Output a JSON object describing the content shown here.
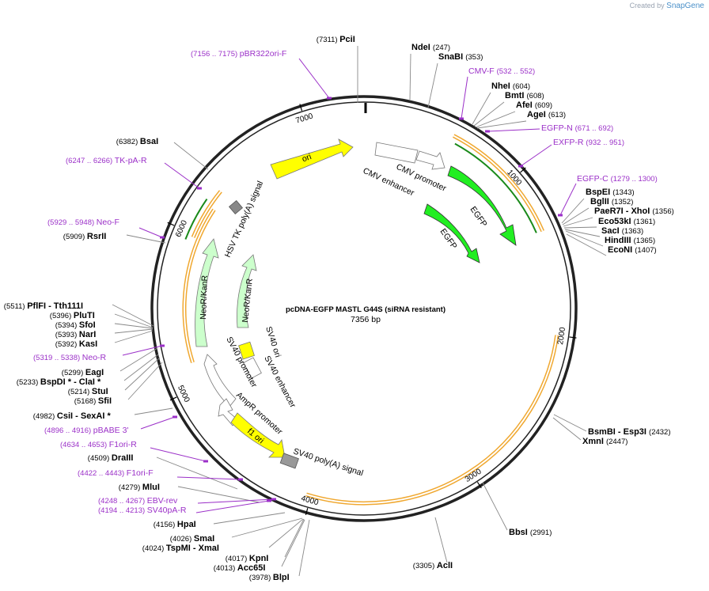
{
  "credit": {
    "prefix": "Created by",
    "brand": "SnapGene"
  },
  "plasmid": {
    "name": "pcDNA-EGFP MASTL G44S (siRNA resistant)",
    "size_label": "7356 bp",
    "length": 7356
  },
  "tick_labels": [
    "1000",
    "2000",
    "3000",
    "4000",
    "5000",
    "6000",
    "7000"
  ],
  "sites": [
    {
      "name": "PciI",
      "pos": "(7311)",
      "side": "left"
    },
    {
      "name": "NdeI",
      "pos": "(247)",
      "side": "right"
    },
    {
      "name": "SnaBI",
      "pos": "(353)",
      "side": "right"
    },
    {
      "name": "NheI",
      "pos": "(604)",
      "side": "right"
    },
    {
      "name": "BmtI",
      "pos": "(608)",
      "side": "right"
    },
    {
      "name": "AfeI",
      "pos": "(609)",
      "side": "right"
    },
    {
      "name": "AgeI",
      "pos": "(613)",
      "side": "right"
    },
    {
      "name": "BspEI",
      "pos": "(1343)",
      "side": "right"
    },
    {
      "name": "BglII",
      "pos": "(1352)",
      "side": "right"
    },
    {
      "name": "PaeR7I - XhoI",
      "pos": "(1356)",
      "side": "right"
    },
    {
      "name": "Eco53kI",
      "pos": "(1361)",
      "side": "right"
    },
    {
      "name": "SacI",
      "pos": "(1363)",
      "side": "right"
    },
    {
      "name": "HindIII",
      "pos": "(1365)",
      "side": "right"
    },
    {
      "name": "EcoNI",
      "pos": "(1407)",
      "side": "right"
    },
    {
      "name": "BsmBI - Esp3I",
      "pos": "(2432)",
      "side": "right"
    },
    {
      "name": "XmnI",
      "pos": "(2447)",
      "side": "right"
    },
    {
      "name": "BbsI",
      "pos": "(2991)",
      "side": "right"
    },
    {
      "name": "AclI",
      "pos": "(3305)",
      "side": "left"
    },
    {
      "name": "BlpI",
      "pos": "(3978)",
      "side": "left"
    },
    {
      "name": "Acc65I",
      "pos": "(4013)",
      "side": "left"
    },
    {
      "name": "KpnI",
      "pos": "(4017)",
      "side": "left"
    },
    {
      "name": "TspMI - XmaI",
      "pos": "(4024)",
      "side": "left"
    },
    {
      "name": "SmaI",
      "pos": "(4026)",
      "side": "left"
    },
    {
      "name": "HpaI",
      "pos": "(4156)",
      "side": "left"
    },
    {
      "name": "MluI",
      "pos": "(4279)",
      "side": "left"
    },
    {
      "name": "DraIII",
      "pos": "(4509)",
      "side": "left"
    },
    {
      "name": "CsiI - SexAI *",
      "pos": "(4982)",
      "side": "left"
    },
    {
      "name": "SfiI",
      "pos": "(5168)",
      "side": "left"
    },
    {
      "name": "StuI",
      "pos": "(5214)",
      "side": "left"
    },
    {
      "name": "BspDI * - ClaI *",
      "pos": "(5233)",
      "side": "left"
    },
    {
      "name": "EagI",
      "pos": "(5299)",
      "side": "left"
    },
    {
      "name": "KasI",
      "pos": "(5392)",
      "side": "left"
    },
    {
      "name": "NarI",
      "pos": "(5393)",
      "side": "left"
    },
    {
      "name": "SfoI",
      "pos": "(5394)",
      "side": "left"
    },
    {
      "name": "PluTI",
      "pos": "(5396)",
      "side": "left"
    },
    {
      "name": "PflFI - Tth111I",
      "pos": "(5511)",
      "side": "left"
    },
    {
      "name": "RsrII",
      "pos": "(5909)",
      "side": "left"
    },
    {
      "name": "BsaI",
      "pos": "(6382)",
      "side": "left"
    }
  ],
  "primers": [
    {
      "name": "pBR322ori-F",
      "range": "(7156 .. 7175)"
    },
    {
      "name": "CMV-F",
      "range": "(532 .. 552)"
    },
    {
      "name": "EGFP-N",
      "range": "(671 .. 692)"
    },
    {
      "name": "EXFP-R",
      "range": "(932 .. 951)"
    },
    {
      "name": "EGFP-C",
      "range": "(1279 .. 1300)"
    },
    {
      "name": "TK-pA-R",
      "range": "(6247 .. 6266)"
    },
    {
      "name": "Neo-F",
      "range": "(5929 .. 5948)"
    },
    {
      "name": "Neo-R",
      "range": "(5319 .. 5338)"
    },
    {
      "name": "pBABE 3'",
      "range": "(4896 .. 4916)"
    },
    {
      "name": "F1ori-R",
      "range": "(4634 .. 4653)"
    },
    {
      "name": "F1ori-F",
      "range": "(4422 .. 4443)"
    },
    {
      "name": "EBV-rev",
      "range": "(4248 .. 4267)"
    },
    {
      "name": "SV40pA-R",
      "range": "(4194 .. 4213)"
    }
  ],
  "features": [
    {
      "name": "ori",
      "color": "#ffff00"
    },
    {
      "name": "CMV promoter",
      "color": "#ffffff"
    },
    {
      "name": "CMV enhancer",
      "color": "#ffffff"
    },
    {
      "name": "EGFP",
      "color": "#22ee22"
    },
    {
      "name": "EGFP",
      "color": "#22ee22"
    },
    {
      "name": "HSV TK poly(A) signal",
      "color": "#888888"
    },
    {
      "name": "NeoR/KanR",
      "color": "#ccffcc"
    },
    {
      "name": "NeoR/KanR",
      "color": "#ccffcc"
    },
    {
      "name": "SV40 ori",
      "color": "#ffff00"
    },
    {
      "name": "SV40 enhancer",
      "color": "#ffffff"
    },
    {
      "name": "SV40 promoter",
      "color": "#ffffff"
    },
    {
      "name": "AmpR promoter",
      "color": "#ffffff"
    },
    {
      "name": "f1 ori",
      "color": "#ffff00"
    },
    {
      "name": "SV40 poly(A) signal",
      "color": "#999999"
    }
  ],
  "colors": {
    "backbone": "#222222",
    "primer": "#9b30c8",
    "orf": "#f0a830",
    "orf_inner": "#ffffff",
    "gfp": "#22ee22",
    "neo": "#ccffcc",
    "yellow": "#ffff00"
  }
}
